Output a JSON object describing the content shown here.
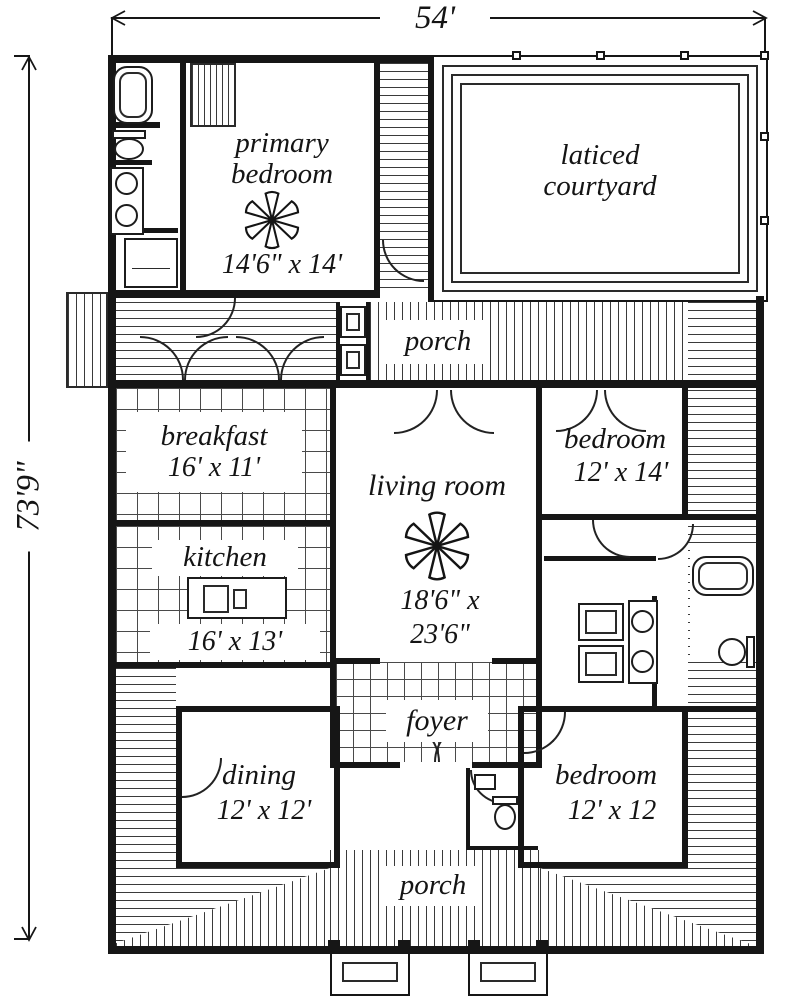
{
  "dimensions": {
    "width": "54'",
    "height": "73'9\""
  },
  "rooms": {
    "primary_bedroom": {
      "line1": "primary",
      "line2": "bedroom",
      "size": "14'6\" x 14'"
    },
    "courtyard": {
      "line1": "laticed",
      "line2": "courtyard"
    },
    "porch_upper": {
      "label": "porch"
    },
    "breakfast": {
      "label": "breakfast",
      "size": "16' x 11'"
    },
    "kitchen": {
      "label": "kitchen",
      "size": "16' x 13'"
    },
    "living_room": {
      "label": "living room",
      "size_line1": "18'6\" x",
      "size_line2": "23'6\""
    },
    "bedroom_right": {
      "label": "bedroom",
      "size": "12' x 14'"
    },
    "foyer": {
      "label": "foyer"
    },
    "dining": {
      "label": "dining",
      "size": "12' x 12'"
    },
    "bedroom_lower": {
      "label": "bedroom",
      "size": "12' x 12"
    },
    "porch_lower": {
      "label": "porch"
    }
  },
  "colors": {
    "ink": "#141414",
    "paper": "#ffffff"
  }
}
